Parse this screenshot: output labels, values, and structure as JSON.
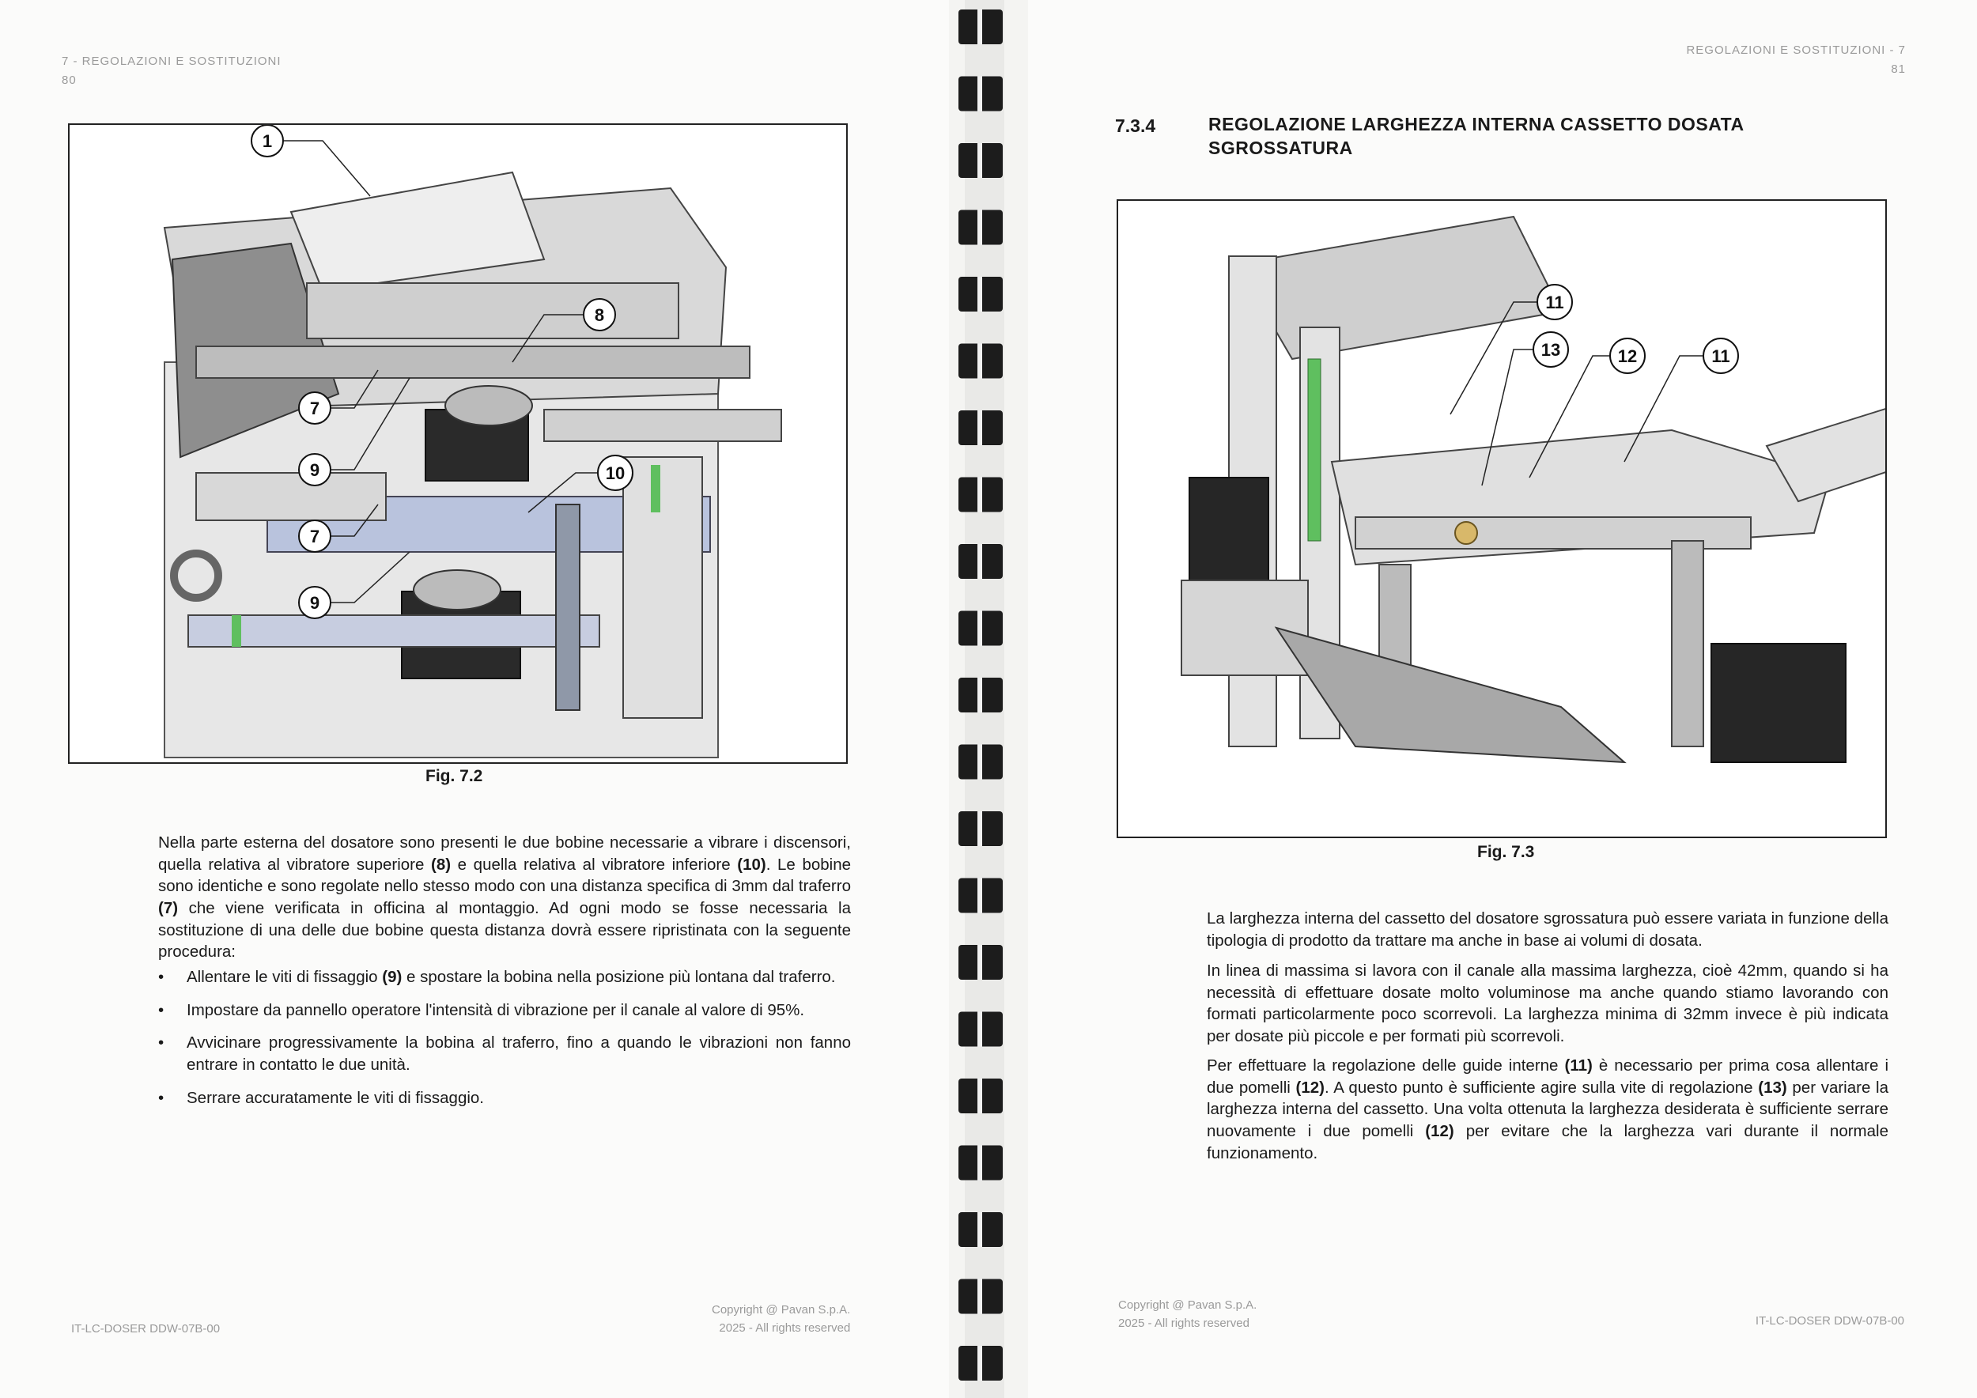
{
  "left_page": {
    "header_chapter": "7 - REGOLAZIONI E SOSTITUZIONI",
    "header_page": "80",
    "figure_caption": "Fig. 7.2",
    "callouts": [
      "1",
      "8",
      "7",
      "9",
      "10",
      "7",
      "9"
    ],
    "paragraph_parts": [
      "Nella parte esterna del dosatore sono presenti le due bobine necessarie a vibrare i discensori, quella relativa al vibratore superiore ",
      "(8)",
      " e quella relativa al vibratore inferiore ",
      "(10)",
      ". Le bobine sono identiche e sono regolate nello stesso modo con una distanza specifica di 3mm dal traferro ",
      "(7)",
      " che viene verificata in officina al montaggio. Ad ogni modo se fosse necessaria la sostituzione di una delle due bobine questa distanza dovrà essere ripristinata con la seguente procedura:"
    ],
    "bullets": [
      [
        "Allentare le viti di fissaggio ",
        "(9)",
        " e spostare la bobina nella posizione più lontana dal traferro."
      ],
      [
        "Impostare da pannello operatore l'intensità di vibrazione per il canale al valore di 95%."
      ],
      [
        "Avvicinare progressivamente la bobina al traferro, fino a quando le vibrazioni non fanno entrare in contatto le due unità."
      ],
      [
        "Serrare accuratamente le viti di fissaggio."
      ]
    ],
    "footer_doc": "IT-LC-DOSER DDW-07B-00",
    "footer_copyright_1": "Copyright @ Pavan S.p.A.",
    "footer_copyright_2": "2025 - All rights reserved"
  },
  "right_page": {
    "header_chapter": "REGOLAZIONI E SOSTITUZIONI - 7",
    "header_page": "81",
    "section_number": "7.3.4",
    "section_title_line1": "REGOLAZIONE LARGHEZZA INTERNA CASSETTO DOSATA",
    "section_title_line2": "SGROSSATURA",
    "figure_caption": "Fig. 7.3",
    "callouts": [
      "11",
      "13",
      "12",
      "11"
    ],
    "paragraph1": "La larghezza interna del cassetto del dosatore sgrossatura può essere variata in funzione della tipologia di prodotto da trattare ma anche in base ai volumi di dosata.",
    "paragraph2": "In linea di massima si lavora con il canale alla massima larghezza, cioè 42mm, quando si ha necessità di effettuare dosate molto voluminose ma anche quando stiamo lavorando con formati particolarmente poco scorrevoli. La larghezza minima di 32mm invece è più indicata per dosate più piccole e per formati più scorrevoli.",
    "paragraph3_parts": [
      "Per effettuare la regolazione delle guide interne ",
      "(11)",
      " è necessario per prima cosa allentare i due pomelli ",
      "(12)",
      ". A questo punto è sufficiente agire sulla vite di regolazione ",
      "(13)",
      " per variare la larghezza interna del cassetto. Una volta ottenuta la larghezza desiderata è sufficiente serrare nuovamente i due pomelli ",
      "(12)",
      " per evitare che la larghezza vari durante il normale funzionamento."
    ],
    "footer_copyright_1": "Copyright @ Pavan S.p.A.",
    "footer_copyright_2": "2025 - All rights reserved",
    "footer_doc": "IT-LC-DOSER DDW-07B-00"
  }
}
